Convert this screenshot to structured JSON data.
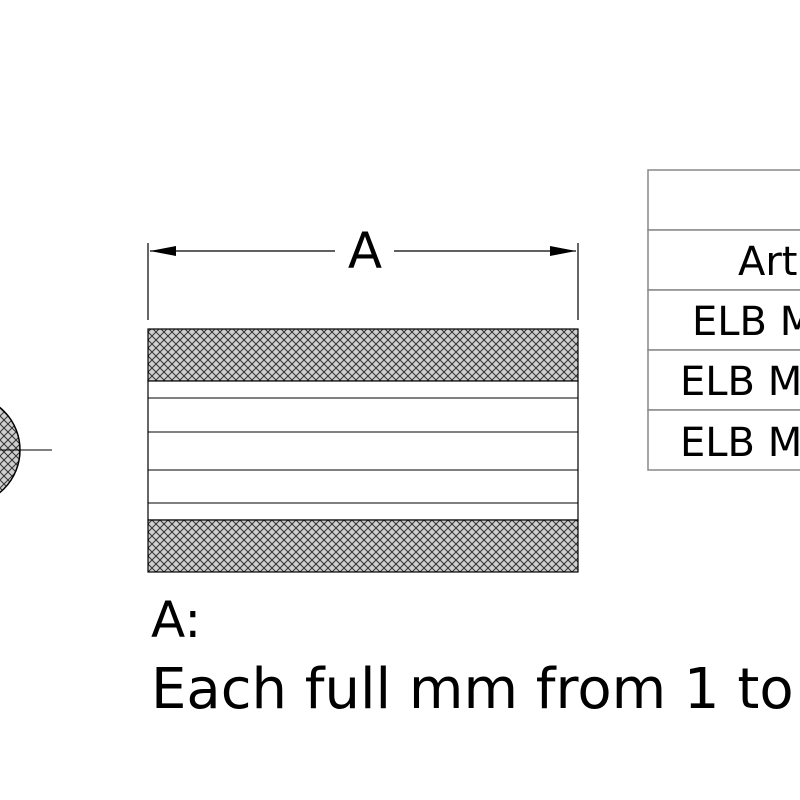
{
  "drawing": {
    "dimension_label": "A",
    "note": {
      "label": "A:",
      "text": "Each full mm from 1 to"
    },
    "table": {
      "header": "",
      "rows": [
        "Art",
        "ELB M",
        "ELB M",
        "ELB M"
      ]
    },
    "colors": {
      "line": "#000000",
      "table_border": "#888888",
      "hatch_background": "#cfcfcf",
      "paper": "#ffffff"
    }
  }
}
